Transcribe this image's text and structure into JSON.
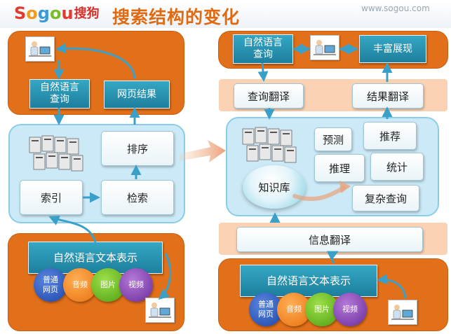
{
  "header": {
    "logo_text": "Sogou",
    "logo_cn": "搜狗",
    "title": "搜索结构的变化",
    "url": "www.sogou.com"
  },
  "left": {
    "query_label": "自然语言\n查询",
    "results_label": "网页结果",
    "rank_label": "排序",
    "index_label": "索引",
    "retrieve_label": "检索",
    "nl_text_label": "自然语言文本表示",
    "circles": [
      "普通\n网页",
      "音频",
      "图片",
      "视频"
    ]
  },
  "right": {
    "query_label": "自然语言\n查询",
    "rich_label": "丰富展现",
    "query_translate": "查询翻译",
    "result_translate": "结果翻译",
    "predict": "预测",
    "recommend": "推荐",
    "reasoning": "推理",
    "statistics": "统计",
    "complex_query": "复杂查询",
    "knowledge_base": "知识库",
    "info_translate": "信息翻译",
    "nl_text_label": "自然语言文本表示",
    "circles": [
      "普通\n网页",
      "音频",
      "图片",
      "视频"
    ]
  },
  "colors": {
    "orange": "#e2701a",
    "teal": "#1d7f9d",
    "peach": "#fbd3b4",
    "light_blue": "#cbe9f6",
    "title": "#e06a10"
  },
  "icons": [
    "user-computer-icon",
    "server-cluster-icon",
    "arrow-icon"
  ]
}
